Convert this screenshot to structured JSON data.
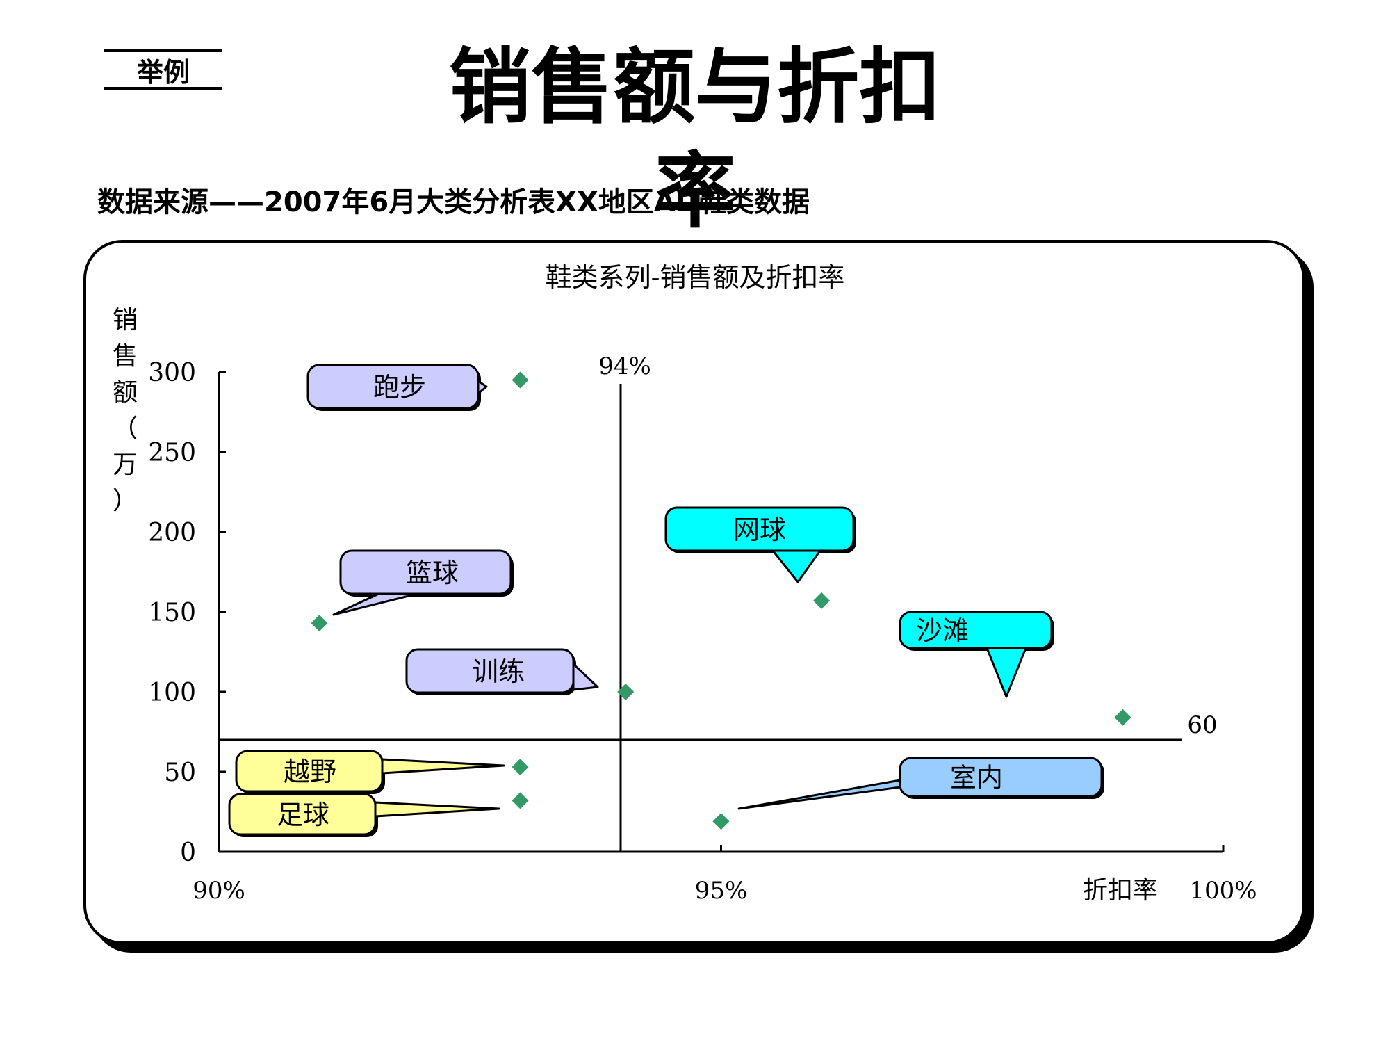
{
  "header": {
    "tag": "举例",
    "title": "销售额与折扣率"
  },
  "source": {
    "text": "数据来源——2007年6月大类分析表XX地区AD鞋类数据"
  },
  "colors": {
    "marker": "#339966",
    "callout_lavender": "#CCCCFF",
    "callout_yellow": "#FFFF99",
    "callout_cyan": "#00FFFF",
    "callout_blue": "#99CCFF"
  },
  "chart_data": {
    "type": "scatter",
    "title": "鞋类系列-销售额及折扣率",
    "xlabel": "折扣率",
    "ylabel": "销售额（万）",
    "xlim": [
      90,
      100
    ],
    "ylim": [
      0,
      300
    ],
    "x_ticks": [
      "90%",
      "95%",
      "100%"
    ],
    "y_ticks": [
      "0",
      "50",
      "100",
      "150",
      "200",
      "250",
      "300"
    ],
    "reference_lines": {
      "vertical": {
        "x": 94,
        "label": "94%"
      },
      "horizontal": {
        "y": 70,
        "label": "60"
      }
    },
    "points": [
      {
        "name": "跑步",
        "x": 93.0,
        "y": 295,
        "color": "#CCCCFF"
      },
      {
        "name": "篮球",
        "x": 91.0,
        "y": 143,
        "color": "#CCCCFF"
      },
      {
        "name": "训练",
        "x": 94.05,
        "y": 100,
        "color": "#CCCCFF"
      },
      {
        "name": "越野",
        "x": 93.0,
        "y": 53,
        "color": "#FFFF99"
      },
      {
        "name": "足球",
        "x": 93.0,
        "y": 32,
        "color": "#FFFF99"
      },
      {
        "name": "网球",
        "x": 96.0,
        "y": 157,
        "color": "#00FFFF"
      },
      {
        "name": "沙滩",
        "x": 99.0,
        "y": 84,
        "color": "#00FFFF"
      },
      {
        "name": "室内",
        "x": 95.0,
        "y": 19,
        "color": "#99CCFF"
      }
    ]
  }
}
